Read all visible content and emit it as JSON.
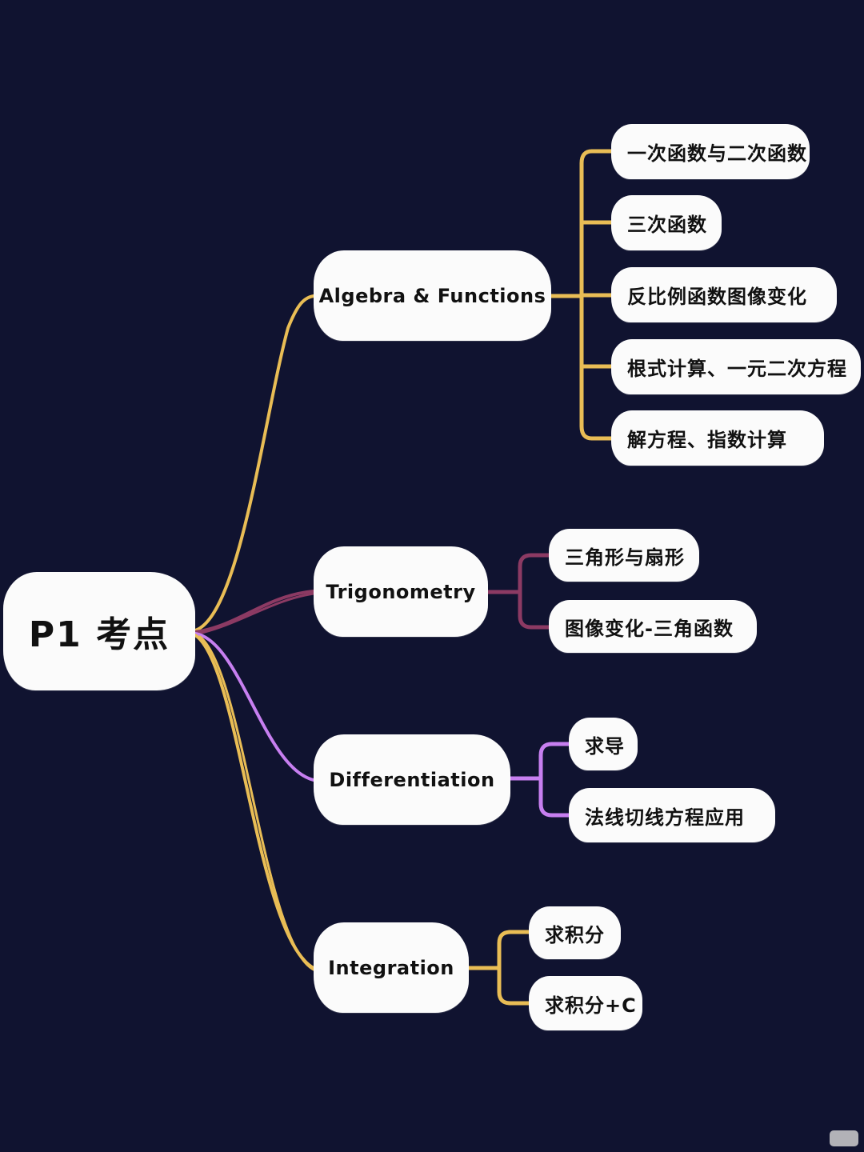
{
  "colors": {
    "background": "#101330",
    "node_fill": "#fbfbfb",
    "text": "#111111",
    "branch_algebra": "#e9bd55",
    "branch_trigonometry": "#8c3a63",
    "branch_differentiation": "#c77ff0",
    "branch_integration": "#e9bd55"
  },
  "mindmap": {
    "root": "P1 考点",
    "branches": [
      {
        "label": "Algebra & Functions",
        "children": [
          "一次函数与二次函数",
          "三次函数",
          "反比例函数图像变化",
          "根式计算、一元二次方程",
          "解方程、指数计算"
        ]
      },
      {
        "label": "Trigonometry",
        "children": [
          "三角形与扇形",
          "图像变化-三角函数"
        ]
      },
      {
        "label": "Differentiation",
        "children": [
          "求导",
          "法线切线方程应用"
        ]
      },
      {
        "label": "Integration",
        "children": [
          "求积分",
          "求积分+C"
        ]
      }
    ]
  }
}
